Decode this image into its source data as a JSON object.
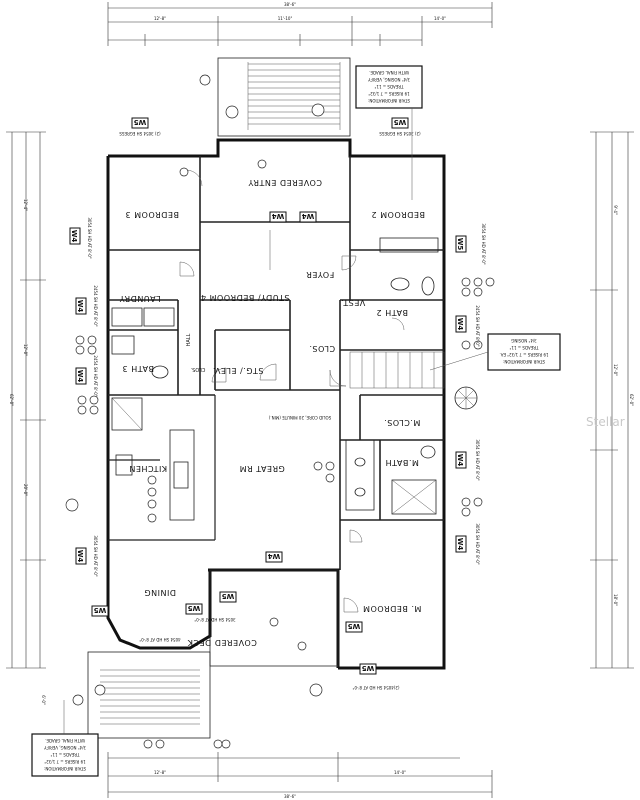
{
  "rooms": {
    "bedroom3": "BEDROOM 3",
    "bedroom2": "BEDROOM 2",
    "covered_entry": "COVERED ENTRY",
    "foyer": "FOYER",
    "study_bedroom4": "STUDY/ BEDROOM 4",
    "laundry": "LAUNDRY",
    "hall": "HALL",
    "vest": "VEST.",
    "bath2": "BATH 2",
    "bath3": "BATH 3",
    "clos": "CLOS.",
    "clos2": "CLOS.",
    "stg_elev": "STG./ ELEV.",
    "kitchen": "KITCHEN",
    "great_rm": "GREAT RM",
    "mclos": "M.CLOS.",
    "mbath": "M.BATH",
    "dining": "DINING",
    "covered_deck": "COVERED DECK",
    "mbedroom": "M. BEDROOM"
  },
  "tags": {
    "w4": "W4",
    "w5": "W5"
  },
  "notes": {
    "stair_top": [
      "STAIR INFORMATION:",
      "19 RISERS = 7 1/32\"",
      "TREADS = 11\"",
      "3/4\" NOSING, VERIFY",
      "WITH FINAL GRADE."
    ],
    "stair_right": [
      "STAIR INFORMATION:",
      "19 RISERS = 7 1/32\" EA.",
      "TREADS = 11\"",
      "3/4\" NOSING"
    ],
    "stair_bottom": [
      "STAIR INFORMATION:",
      "19 RISERS = 7 1/32\"",
      "TREADS = 11\"",
      "3/4\" NOSING, VERIFY",
      "WITH FINAL GRADE."
    ],
    "solid_core": "SOLID CORE, 20 MINUTE (MIN.)"
  },
  "windows": {
    "sh3054_egress": "(2) 3054 SH EGRESS",
    "sh3054_hd": "3054 SH HD AT 8'-0\"",
    "sh2454": "2454 SH HD AT 8'-0\"",
    "sh3054": "3054 SH HD AT 8'-0\"",
    "sh4054": "4054 SH HD AT 8'-0\"",
    "sh24054": "(2)4054 SH HD AT 8'-0\""
  },
  "dimensions": {
    "overall": "38'-6\"",
    "depth": "62'-0\"",
    "w1": "12'-8\"",
    "w2": "11'-10\"",
    "w3": "14'-0\"",
    "d1": "12'-4\"",
    "d2": "12'-0\"",
    "d3": "20'-0\"",
    "d4": "18'-0\"",
    "d5": "9'-4\"",
    "d6": "6'-0\""
  },
  "watermark": "Stellar"
}
